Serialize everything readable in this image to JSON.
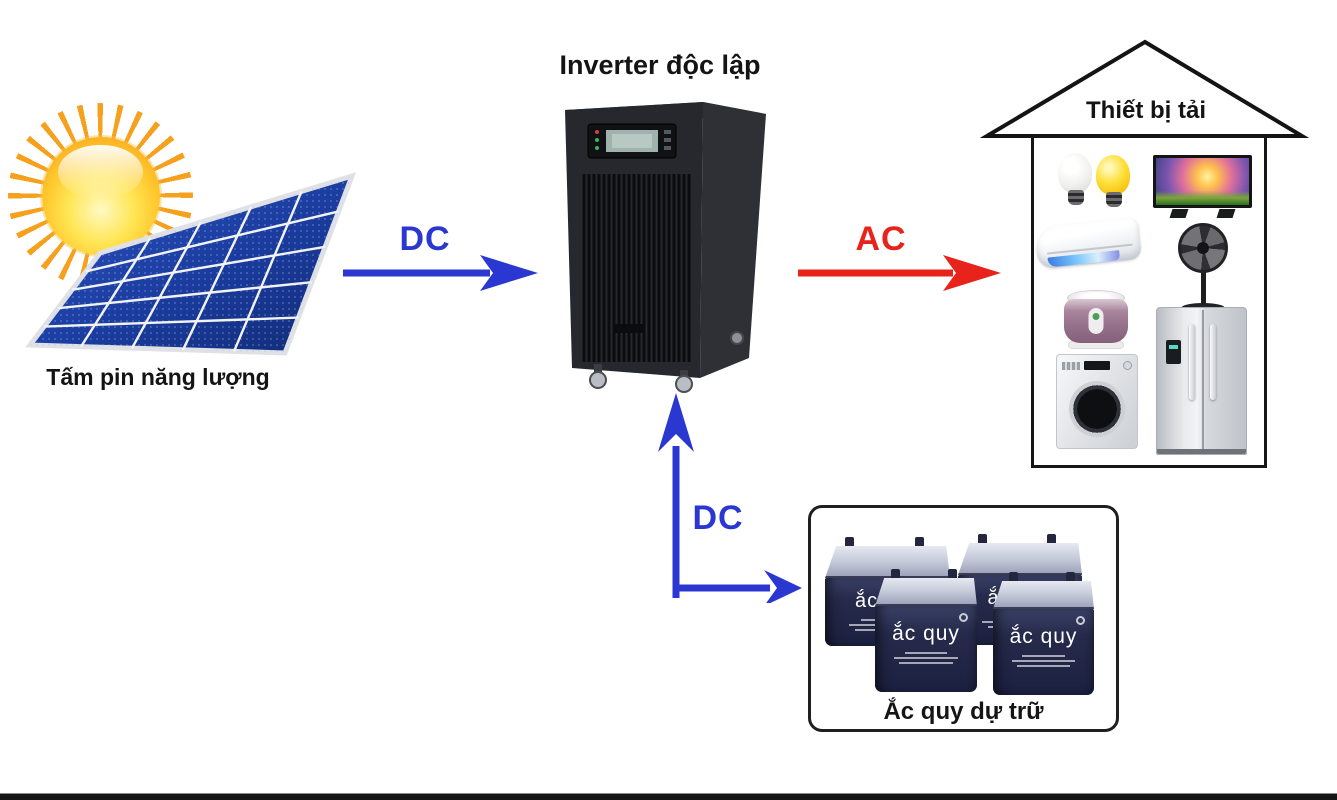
{
  "diagram": {
    "background_color": "#ffffff",
    "bottom_edge_color": "#161616",
    "solar": {
      "label": "Tấm pin năng lượng",
      "icons": [
        "sun-icon",
        "solar-panel-icon"
      ]
    },
    "inverter": {
      "label": "Inverter độc lập",
      "icon": "inverter-tower-icon"
    },
    "load": {
      "label": "Thiết bị tải",
      "icon": "house-roof-icon",
      "appliance_icons": [
        "white-bulb-icon",
        "yellow-bulb-icon",
        "tv-icon",
        "air-conditioner-icon",
        "stand-fan-icon",
        "rice-cooker-icon",
        "washing-machine-icon",
        "refrigerator-icon"
      ]
    },
    "battery": {
      "label": "Ắc quy dự trữ",
      "unit_label": "ắc quy",
      "count": 4,
      "icon": "battery-icon"
    },
    "arrows": [
      {
        "id": "dc-solar-to-inverter",
        "label": "DC",
        "color": "#2a38d1",
        "direction": "right"
      },
      {
        "id": "ac-inverter-to-load",
        "label": "AC",
        "color": "#e7231c",
        "direction": "right"
      },
      {
        "id": "dc-inverter-to-battery",
        "label": "DC",
        "color": "#2a38d1",
        "direction": "up-and-right"
      }
    ]
  }
}
